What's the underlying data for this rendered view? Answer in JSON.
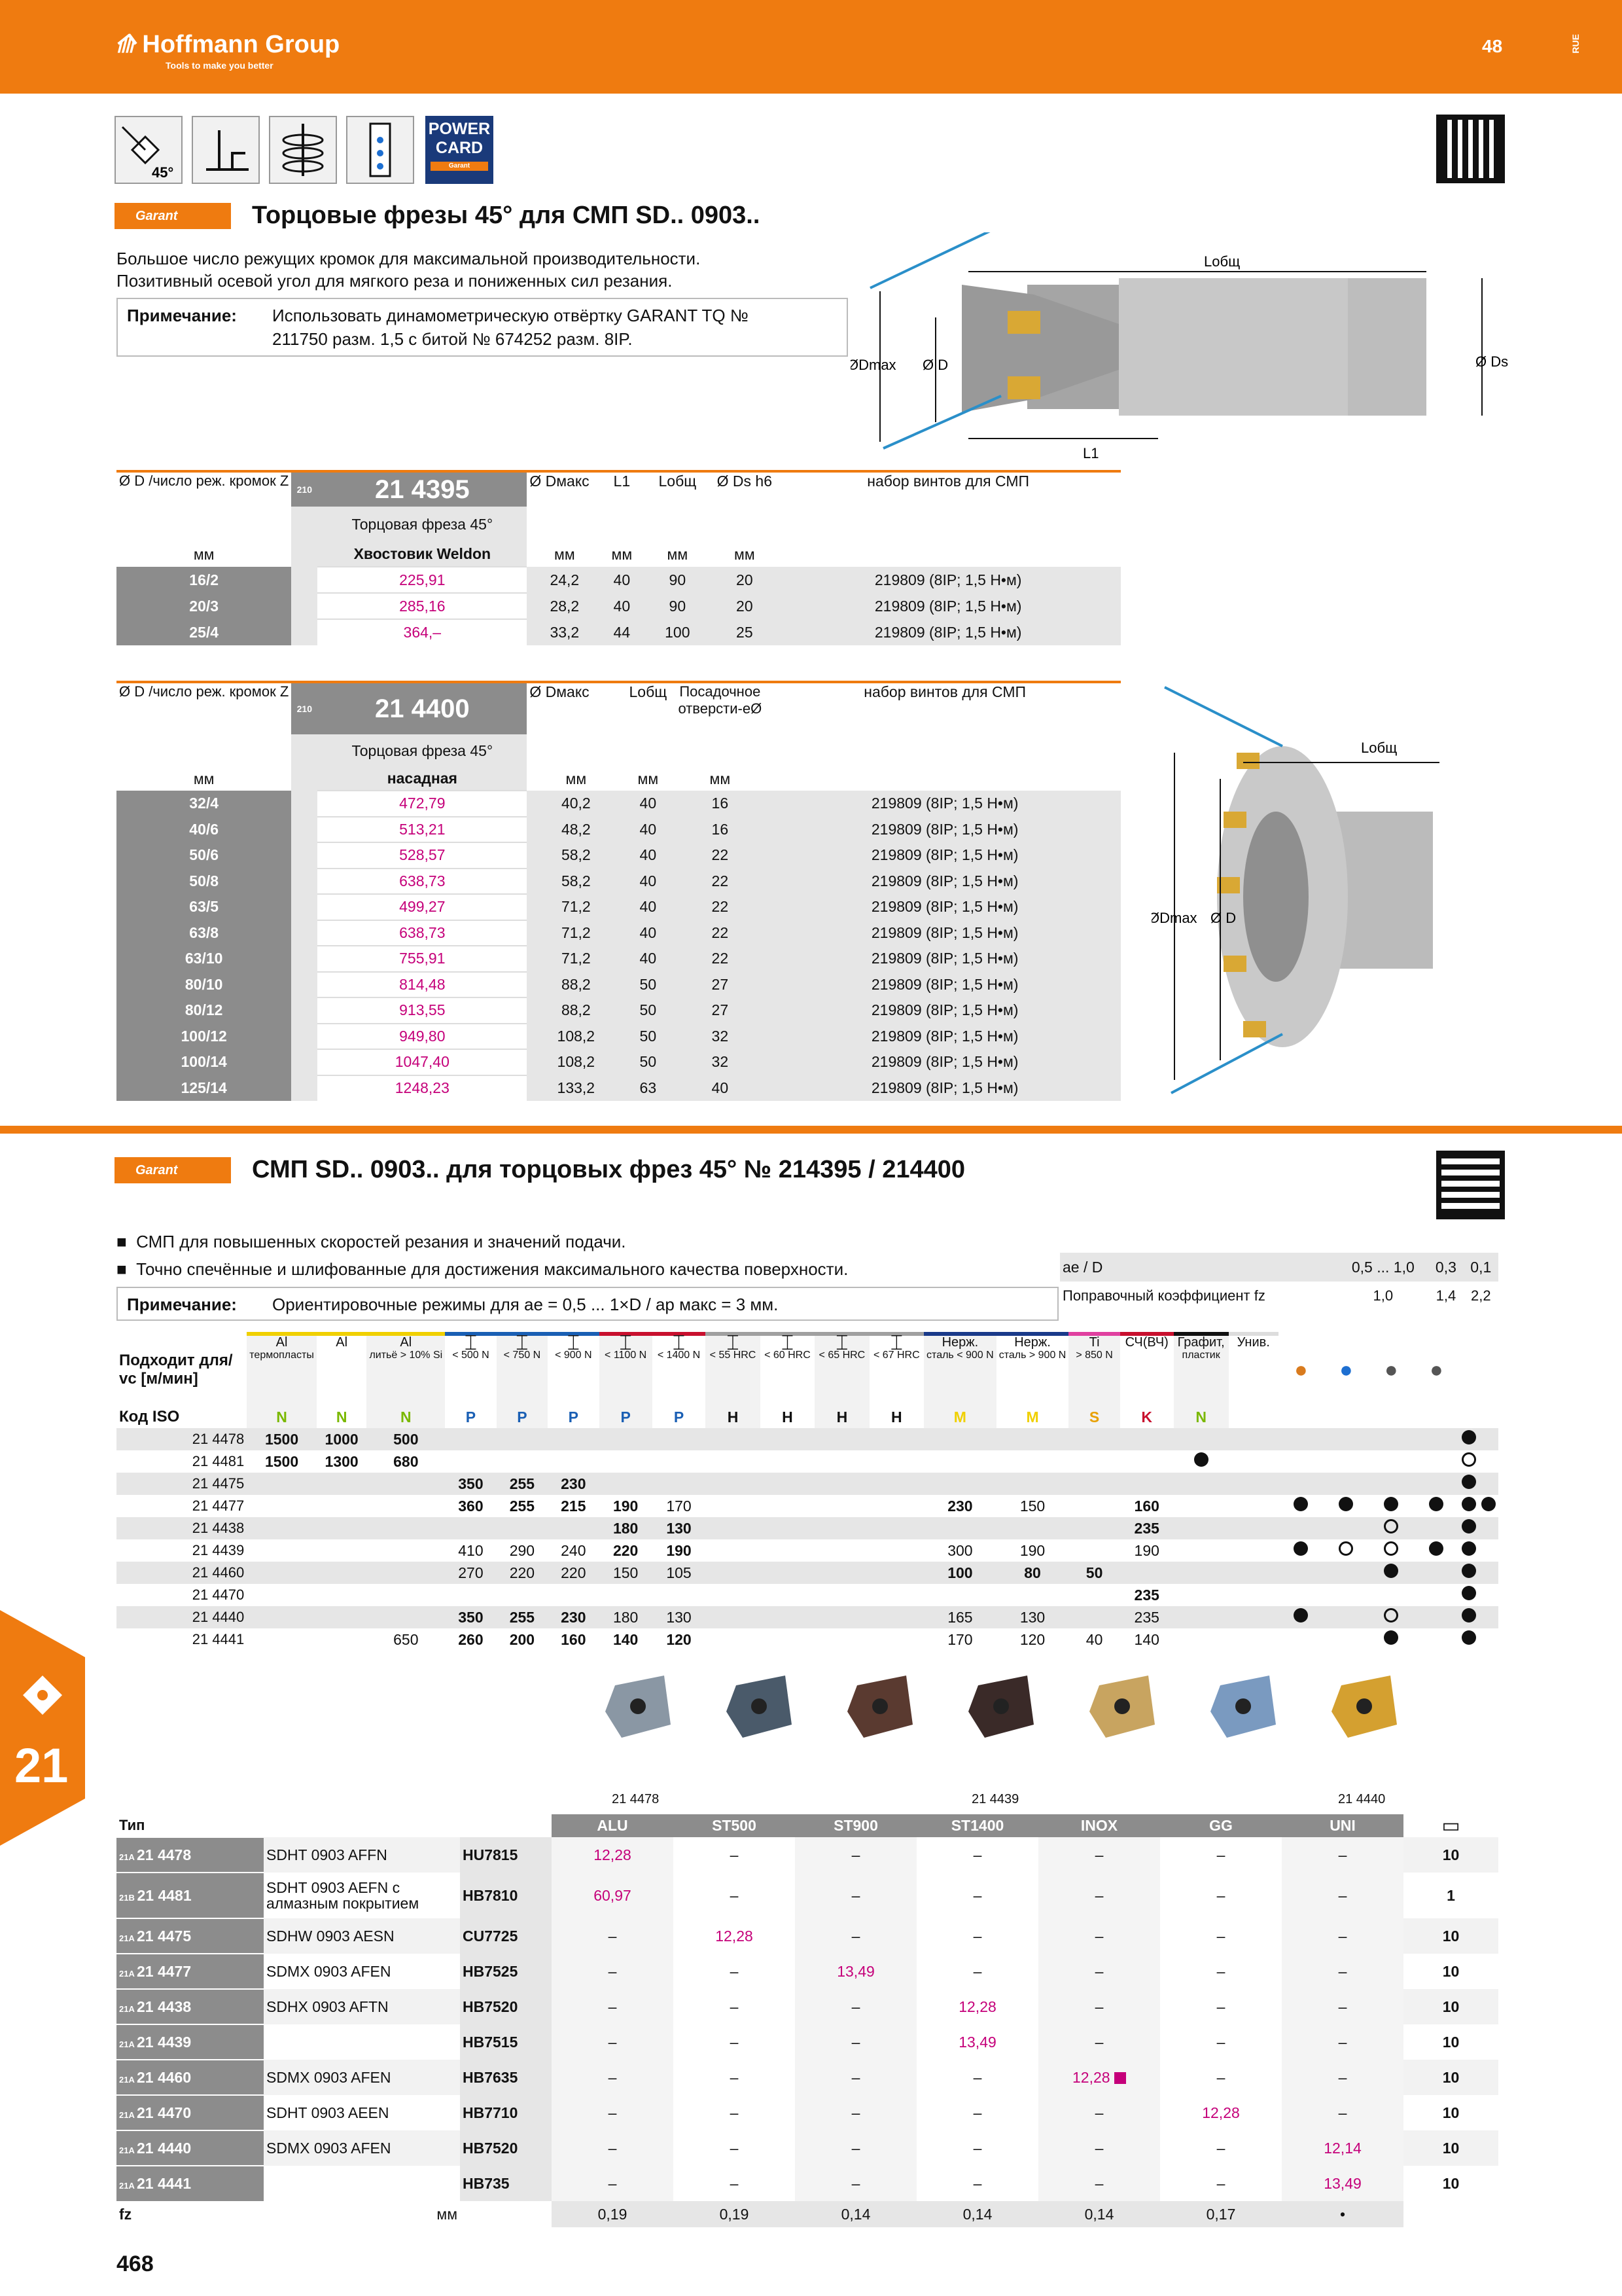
{
  "header": {
    "brand": "Hoffmann Group",
    "tagline": "Tools to make you better",
    "page_num": "48",
    "lang": "RUE"
  },
  "icons": {
    "angle": "45°",
    "power": "POWER CARD",
    "garant": "Garant"
  },
  "section1": {
    "title": "Торцовые фрезы 45° для СМП SD.. 0903..",
    "desc1": "Большое число режущих кромок для максимальной производительности.",
    "desc2": "Позитивный осевой угол для мягкого реза и пониженных сил резания.",
    "note_label": "Примечание:",
    "note1": "Использовать динамометрическую отвёртку GARANT TQ №",
    "note2": "211750 разм. 1,5 с битой № 674252 разм. 8IP."
  },
  "drawing1": {
    "lobsh": "Lобщ",
    "dmax": "ØDmax",
    "d": "Ø D",
    "l1": "L1",
    "ds": "Ø Ds"
  },
  "drawing2": {
    "lobsh": "Lобщ",
    "dmax": "ØDmax",
    "d": "Ø D"
  },
  "t1": {
    "h_d": "Ø D /число реж. кромок Z",
    "code": "210",
    "art": "21 4395",
    "desc": "Торцовая фреза 45°",
    "shank": "Хвостовик Weldon",
    "h_dmax": "Ø Dмакс",
    "h_l1": "L1",
    "h_lobsh": "Lобщ",
    "h_ds": "Ø Ds h6",
    "h_screws": "набор винтов для СМП",
    "mm": "мм",
    "rows": [
      [
        "16/2",
        "225,91",
        "24,2",
        "40",
        "90",
        "20",
        "219809 (8IP; 1,5 Н•м)"
      ],
      [
        "20/3",
        "285,16",
        "28,2",
        "40",
        "90",
        "20",
        "219809 (8IP; 1,5 Н•м)"
      ],
      [
        "25/4",
        "364,–",
        "33,2",
        "44",
        "100",
        "25",
        "219809 (8IP; 1,5 Н•м)"
      ]
    ]
  },
  "t2": {
    "h_d": "Ø D /число реж. кромок Z",
    "code": "210",
    "art": "21 4400",
    "desc": "Торцовая фреза 45°",
    "mount": "насадная",
    "h_dmax": "Ø Dмакс",
    "h_lobsh": "Lобщ",
    "h_bore": "Посадочное отверсти-еØ",
    "h_screws": "набор винтов для СМП",
    "mm": "мм",
    "rows": [
      [
        "32/4",
        "472,79",
        "40,2",
        "40",
        "16",
        "219809 (8IP; 1,5 Н•м)"
      ],
      [
        "40/6",
        "513,21",
        "48,2",
        "40",
        "16",
        "219809 (8IP; 1,5 Н•м)"
      ],
      [
        "50/6",
        "528,57",
        "58,2",
        "40",
        "22",
        "219809 (8IP; 1,5 Н•м)"
      ],
      [
        "50/8",
        "638,73",
        "58,2",
        "40",
        "22",
        "219809 (8IP; 1,5 Н•м)"
      ],
      [
        "63/5",
        "499,27",
        "71,2",
        "40",
        "22",
        "219809 (8IP; 1,5 Н•м)"
      ],
      [
        "63/8",
        "638,73",
        "71,2",
        "40",
        "22",
        "219809 (8IP; 1,5 Н•м)"
      ],
      [
        "63/10",
        "755,91",
        "71,2",
        "40",
        "22",
        "219809 (8IP; 1,5 Н•м)"
      ],
      [
        "80/10",
        "814,48",
        "88,2",
        "50",
        "27",
        "219809 (8IP; 1,5 Н•м)"
      ],
      [
        "80/12",
        "913,55",
        "88,2",
        "50",
        "27",
        "219809 (8IP; 1,5 Н•м)"
      ],
      [
        "100/12",
        "949,80",
        "108,2",
        "50",
        "32",
        "219809 (8IP; 1,5 Н•м)"
      ],
      [
        "100/14",
        "1047,40",
        "108,2",
        "50",
        "32",
        "219809 (8IP; 1,5 Н•м)"
      ],
      [
        "125/14",
        "1248,23",
        "133,2",
        "63",
        "40",
        "219809 (8IP; 1,5 Н•м)"
      ]
    ]
  },
  "section2": {
    "title": "СМП SD.. 0903.. для торцовых фрез 45° № 214395 / 214400",
    "b1": "СМП для повышенных скоростей резания и значений подачи.",
    "b2": "Точно спечённые и шлифованные для достижения максимального качества поверхности.",
    "note_label": "Примечание:",
    "note": "Ориентировочные режимы для ae = 0,5 ... 1×D / ap макс = 3 мм."
  },
  "ae_table": {
    "r1": [
      "ae / D",
      "0,5 ... 1,0",
      "0,3",
      "0,1"
    ],
    "r2": [
      "Поправочный коэффициент fz",
      "1,0",
      "1,4",
      "2,2"
    ]
  },
  "mat": {
    "fits": "Подходит для/ vc [м/мин]",
    "iso": "Код ISO",
    "heads": [
      [
        "Al",
        "термопласты"
      ],
      [
        "Al",
        ""
      ],
      [
        "Al",
        "литьё > 10% Si"
      ],
      [
        "",
        "< 500 N"
      ],
      [
        "",
        "< 750 N"
      ],
      [
        "",
        "< 900 N"
      ],
      [
        "",
        "< 1100 N"
      ],
      [
        "",
        "< 1400 N"
      ],
      [
        "",
        "< 55 HRC"
      ],
      [
        "",
        "< 60 HRC"
      ],
      [
        "",
        "< 65 HRC"
      ],
      [
        "",
        "< 67 HRC"
      ],
      [
        "Нерж.",
        "сталь < 900 N"
      ],
      [
        "Нерж.",
        "сталь > 900 N"
      ],
      [
        "Ti",
        "> 850 N"
      ],
      [
        "СЧ(ВЧ)",
        ""
      ],
      [
        "Графит,",
        "пластик"
      ],
      [
        "Унив.",
        ""
      ]
    ],
    "iso_row": [
      "N",
      "N",
      "N",
      "P",
      "P",
      "P",
      "P",
      "P",
      "H",
      "H",
      "H",
      "H",
      "M",
      "M",
      "S",
      "K",
      "N"
    ],
    "rows": [
      {
        "id": "21 4478",
        "v": [
          "1500",
          "1000",
          "500",
          "",
          "",
          "",
          "",
          "",
          "",
          "",
          "",
          "",
          "",
          "",
          "",
          "",
          "",
          ""
        ],
        "m": [
          "",
          "",
          "",
          "",
          "•",
          ""
        ]
      },
      {
        "id": "21 4481",
        "v": [
          "1500",
          "1300",
          "680",
          "",
          "",
          "",
          "",
          "",
          "",
          "",
          "",
          "",
          "",
          "",
          "",
          "",
          "",
          ""
        ],
        "m": [
          "",
          "",
          "",
          "",
          "○",
          ""
        ],
        "g": "•"
      },
      {
        "id": "21 4475",
        "v": [
          "",
          "",
          "",
          "350",
          "255",
          "230",
          "",
          "",
          "",
          "",
          "",
          "",
          "",
          "",
          "",
          "",
          "",
          ""
        ],
        "m": [
          "",
          "",
          "",
          "",
          "•",
          ""
        ]
      },
      {
        "id": "21 4477",
        "v": [
          "",
          "",
          "",
          "360",
          "255",
          "215",
          "190",
          "170",
          "",
          "",
          "",
          "",
          "230",
          "150",
          "",
          "160",
          "",
          ""
        ],
        "m": [
          "•",
          "•",
          "•",
          "•",
          "•",
          "•"
        ]
      },
      {
        "id": "21 4438",
        "v": [
          "",
          "",
          "",
          "",
          "",
          "",
          "180",
          "130",
          "",
          "",
          "",
          "",
          "",
          "",
          "",
          "235",
          "",
          ""
        ],
        "m": [
          "",
          "",
          "○",
          "",
          "•",
          ""
        ]
      },
      {
        "id": "21 4439",
        "v": [
          "",
          "",
          "",
          "410",
          "290",
          "240",
          "220",
          "190",
          "",
          "",
          "",
          "",
          "300",
          "190",
          "",
          "190",
          "",
          ""
        ],
        "m": [
          "•",
          "○",
          "○",
          "•",
          "•",
          ""
        ]
      },
      {
        "id": "21 4460",
        "v": [
          "",
          "",
          "",
          "270",
          "220",
          "220",
          "150",
          "105",
          "",
          "",
          "",
          "",
          "100",
          "80",
          "50",
          "",
          "",
          ""
        ],
        "m": [
          "",
          "",
          "•",
          "",
          "•",
          ""
        ]
      },
      {
        "id": "21 4470",
        "v": [
          "",
          "",
          "",
          "",
          "",
          "",
          "",
          "",
          "",
          "",
          "",
          "",
          "",
          "",
          "",
          "235",
          "",
          ""
        ],
        "m": [
          "",
          "",
          "",
          "",
          "•",
          ""
        ]
      },
      {
        "id": "21 4440",
        "v": [
          "",
          "",
          "",
          "350",
          "255",
          "230",
          "180",
          "130",
          "",
          "",
          "",
          "",
          "165",
          "130",
          "",
          "235",
          "",
          ""
        ],
        "m": [
          "•",
          "",
          "○",
          "",
          "•",
          ""
        ]
      },
      {
        "id": "21 4441",
        "v": [
          "",
          "",
          "650",
          "260",
          "200",
          "160",
          "140",
          "120",
          "",
          "",
          "",
          "",
          "170",
          "120",
          "40",
          "140",
          "",
          ""
        ],
        "m": [
          "",
          "",
          "•",
          "",
          "•",
          ""
        ]
      }
    ]
  },
  "insert_captions": [
    "21 4478",
    "21 4439",
    "21 4440"
  ],
  "grades": {
    "type": "Тип",
    "cols": [
      "ALU",
      "ST500",
      "ST900",
      "ST1400",
      "INOX",
      "GG",
      "UNI"
    ],
    "rows": [
      {
        "pre": "21A",
        "art": "21 4478",
        "desc": "SDHT 0903 AFFN",
        "grade": "HU7815",
        "vals": [
          "12,28",
          "–",
          "–",
          "–",
          "–",
          "–",
          "–"
        ],
        "pack": "10"
      },
      {
        "pre": "21B",
        "art": "21 4481",
        "desc": "SDHT 0903 AEFN с алмазным покрытием",
        "grade": "HB7810",
        "vals": [
          "60,97",
          "–",
          "–",
          "–",
          "–",
          "–",
          "–"
        ],
        "pack": "1"
      },
      {
        "pre": "21A",
        "art": "21 4475",
        "desc": "SDHW 0903 AESN",
        "grade": "CU7725",
        "vals": [
          "–",
          "12,28",
          "–",
          "–",
          "–",
          "–",
          "–"
        ],
        "pack": "10"
      },
      {
        "pre": "21A",
        "art": "21 4477",
        "desc": "SDMX 0903 AFEN",
        "grade": "HB7525",
        "vals": [
          "–",
          "–",
          "13,49",
          "–",
          "–",
          "–",
          "–"
        ],
        "pack": "10"
      },
      {
        "pre": "21A",
        "art": "21 4438",
        "desc": "SDHX 0903 AFTN",
        "grade": "HB7520",
        "vals": [
          "–",
          "–",
          "–",
          "12,28",
          "–",
          "–",
          "–"
        ],
        "pack": "10"
      },
      {
        "pre": "21A",
        "art": "21 4439",
        "desc": "",
        "grade": "HB7515",
        "vals": [
          "–",
          "–",
          "–",
          "13,49",
          "–",
          "–",
          "–"
        ],
        "pack": "10"
      },
      {
        "pre": "21A",
        "art": "21 4460",
        "desc": "SDMX 0903 AFEN",
        "grade": "HB7635",
        "vals": [
          "–",
          "–",
          "–",
          "–",
          "12,28",
          "–",
          "–"
        ],
        "pack": "10"
      },
      {
        "pre": "21A",
        "art": "21 4470",
        "desc": "SDHT 0903 AEEN",
        "grade": "HB7710",
        "vals": [
          "–",
          "–",
          "–",
          "–",
          "–",
          "12,28",
          "–"
        ],
        "pack": "10"
      },
      {
        "pre": "21A",
        "art": "21 4440",
        "desc": "SDMX 0903 AFEN",
        "grade": "HB7520",
        "vals": [
          "–",
          "–",
          "–",
          "–",
          "–",
          "–",
          "12,14"
        ],
        "pack": "10"
      },
      {
        "pre": "21A",
        "art": "21 4441",
        "desc": "",
        "grade": "HB735",
        "vals": [
          "–",
          "–",
          "–",
          "–",
          "–",
          "–",
          "13,49"
        ],
        "pack": "10"
      }
    ],
    "fz_label": "fz",
    "fz_unit": "мм",
    "fz": [
      "0,19",
      "0,19",
      "0,14",
      "0,14",
      "0,14",
      "0,17",
      "•"
    ]
  },
  "footer": {
    "page": "468",
    "chapter": "21"
  }
}
